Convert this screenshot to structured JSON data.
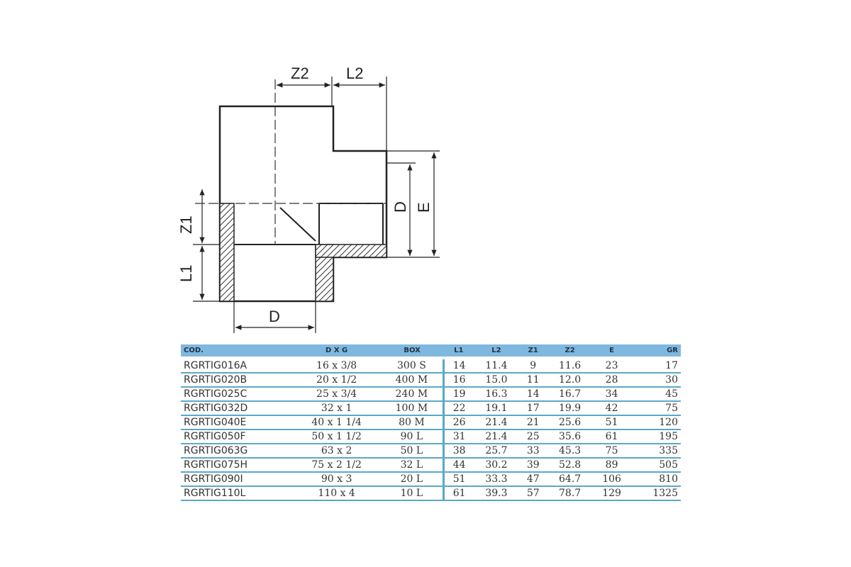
{
  "drawing": {
    "labels": {
      "z2": "Z2",
      "l2": "L2",
      "z1": "Z1",
      "l1": "L1",
      "d_bottom": "D",
      "d_side": "D",
      "e": "E"
    }
  },
  "table": {
    "headers": [
      "COD.",
      "D X G",
      "BOX",
      "L1",
      "L2",
      "Z1",
      "Z2",
      "E",
      "GR"
    ],
    "rows": [
      [
        "RGRTIG016A",
        "16 x 3/8",
        "300 S",
        "14",
        "11.4",
        "9",
        "11.6",
        "23",
        "17"
      ],
      [
        "RGRTIG020B",
        "20 x 1/2",
        "400 M",
        "16",
        "15.0",
        "11",
        "12.0",
        "28",
        "30"
      ],
      [
        "RGRTIG025C",
        "25 x 3/4",
        "240 M",
        "19",
        "16.3",
        "14",
        "16.7",
        "34",
        "45"
      ],
      [
        "RGRTIG032D",
        "32 x 1",
        "100 M",
        "22",
        "19.1",
        "17",
        "19.9",
        "42",
        "75"
      ],
      [
        "RGRTIG040E",
        "40 x 1 1/4",
        "80 M",
        "26",
        "21.4",
        "21",
        "25.6",
        "51",
        "120"
      ],
      [
        "RGRTIG050F",
        "50 x 1 1/2",
        "90 L",
        "31",
        "21.4",
        "25",
        "35.6",
        "61",
        "195"
      ],
      [
        "RGRTIG063G",
        "63 x 2",
        "50 L",
        "38",
        "25.7",
        "33",
        "45.3",
        "75",
        "335"
      ],
      [
        "RGRTIG075H",
        "75 x 2 1/2",
        "32 L",
        "44",
        "30.2",
        "39",
        "52.8",
        "89",
        "505"
      ],
      [
        "RGRTIG090I",
        "90 x 3",
        "20 L",
        "51",
        "33.3",
        "47",
        "64.7",
        "106",
        "810"
      ],
      [
        "RGRTIG110L",
        "110 x 4",
        "10 L",
        "61",
        "39.3",
        "57",
        "78.7",
        "129",
        "1325"
      ]
    ]
  }
}
